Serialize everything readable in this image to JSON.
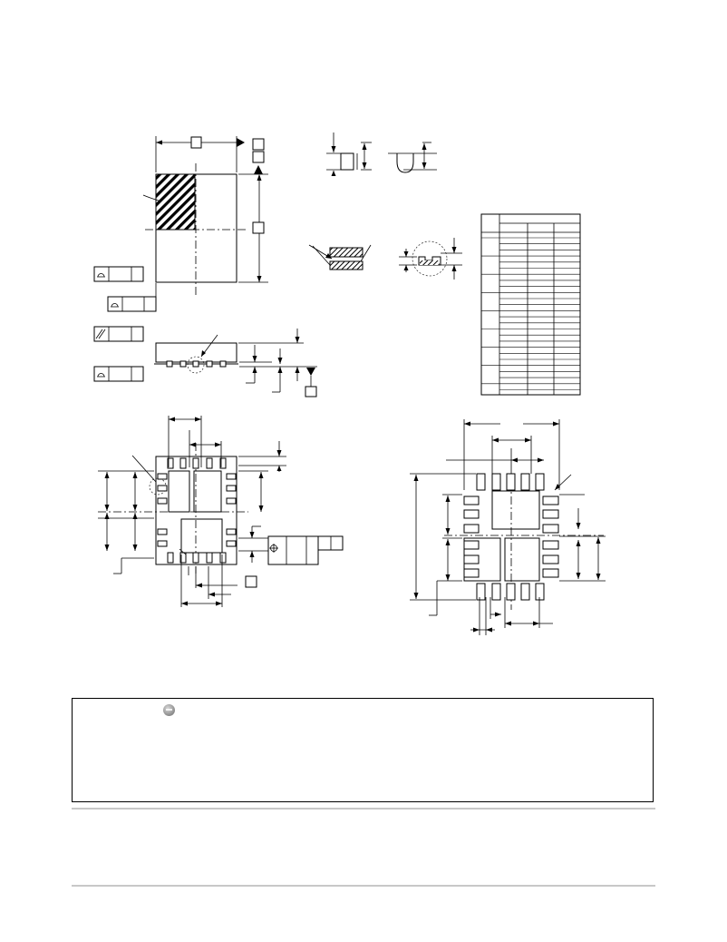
{
  "drawing": {
    "icons": [
      "flatness-symbol",
      "parallelism-symbol",
      "true-position-symbol",
      "datum-triangle"
    ],
    "hatch_color": "#000000"
  },
  "notes": {
    "logo_icon": "on-semiconductor-logo"
  }
}
